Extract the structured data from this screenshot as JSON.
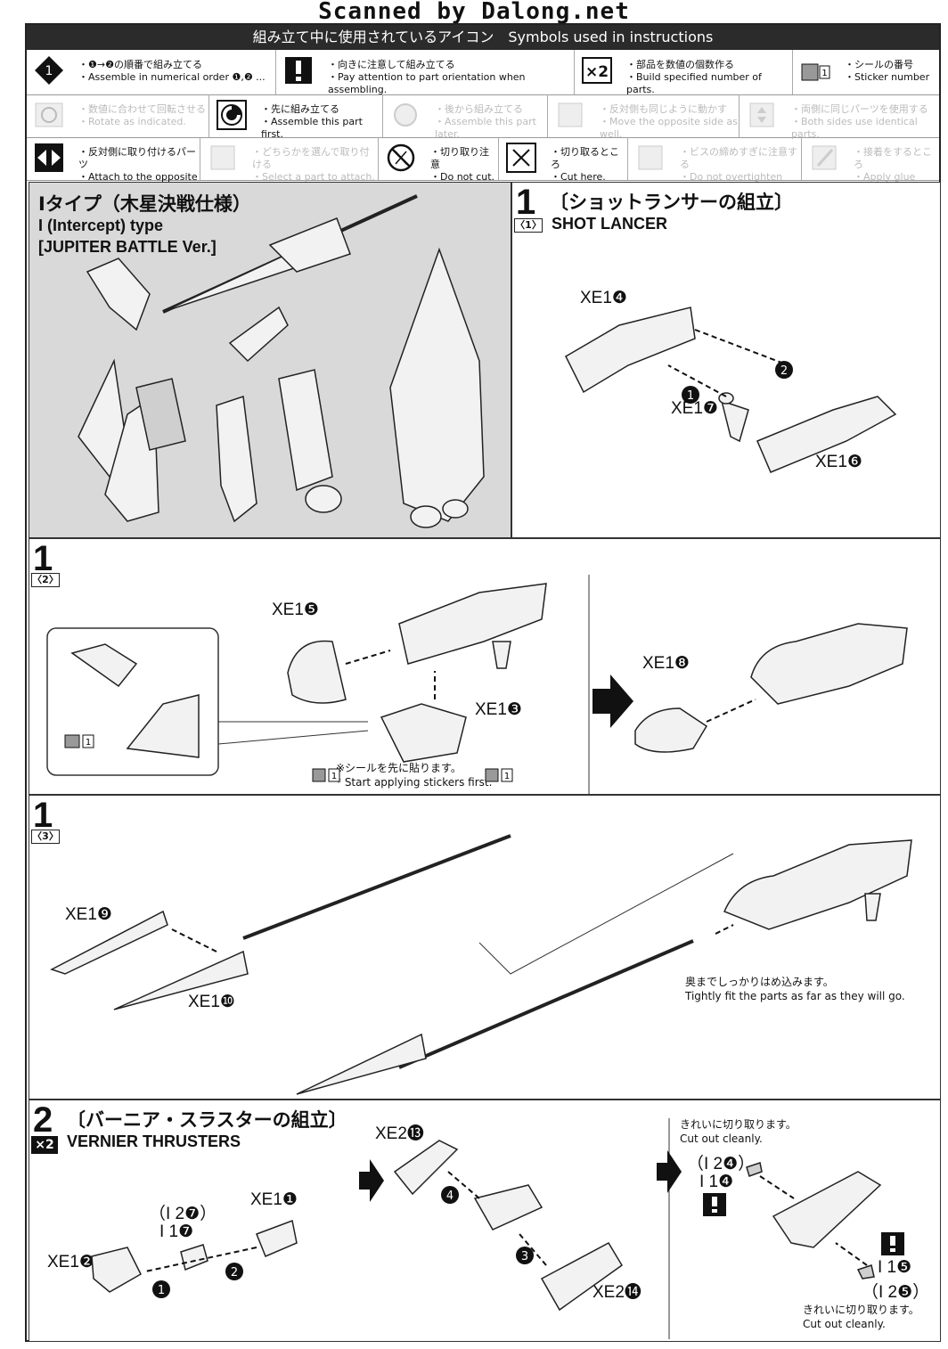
{
  "watermark": "Scanned by Dalong.net",
  "symbols": {
    "title": "組み立て中に使用されているアイコン　Symbols used in instructions",
    "row1": [
      {
        "jp": "・❶→❷の順番で組み立てる",
        "en": "・Assemble in numerical order ❶,❷ ...",
        "icon": "numbered-order-icon",
        "dim": false
      },
      {
        "jp": "・向きに注意して組み立てる",
        "en": "・Pay attention to part orientation when assembling.",
        "icon": "exclamation-icon",
        "dim": false
      },
      {
        "jp": "・部品を数値の個数作る",
        "en": "・Build specified number of parts.",
        "icon": "x2-icon",
        "dim": false
      },
      {
        "jp": "・シールの番号",
        "en": "・Sticker number",
        "icon": "sticker-icon",
        "dim": false
      }
    ],
    "row2": [
      {
        "jp": "・数値に合わせて回転させる",
        "en": "・Rotate as indicated.",
        "icon": "rotate-icon",
        "dim": true
      },
      {
        "jp": "・先に組み立てる",
        "en": "・Assemble this part first.",
        "icon": "assemble-first-icon",
        "dim": false
      },
      {
        "jp": "・後から組み立てる",
        "en": "・Assemble this part later.",
        "icon": "assemble-later-icon",
        "dim": true
      },
      {
        "jp": "・反対側も同じように動かす",
        "en": "・Move the opposite side as well.",
        "icon": "move-opposite-icon",
        "dim": true
      },
      {
        "jp": "・両側に同じパーツを使用する",
        "en": "・Both sides use identical parts.",
        "icon": "both-sides-icon",
        "dim": true
      }
    ],
    "row3": [
      {
        "jp": "・反対側に取り付けるパーツ",
        "en": "・Attach to the opposite side.",
        "icon": "opposite-side-icon",
        "dim": false
      },
      {
        "jp": "・どちらかを選んで取り付ける",
        "en": "・Select a part to attach.",
        "icon": "select-part-icon",
        "dim": true
      },
      {
        "jp": "・切り取り注意",
        "en": "・Do not cut.",
        "icon": "do-not-cut-icon",
        "dim": false
      },
      {
        "jp": "・切り取るところ",
        "en": "・Cut here.",
        "icon": "cut-here-icon",
        "dim": false
      },
      {
        "jp": "・ビスの締めすぎに注意する",
        "en": "・Do not overtighten screws.",
        "icon": "screw-icon",
        "dim": true
      },
      {
        "jp": "・接着をするところ",
        "en": "・Apply glue here.",
        "icon": "glue-icon",
        "dim": true
      }
    ]
  },
  "intro": {
    "jp": "Iタイプ（木星決戦仕様）",
    "en1": "I (Intercept) type",
    "en2": "[JUPITER BATTLE Ver.]"
  },
  "step1": {
    "number": "1",
    "jp": "〔ショットランサーの組立〕",
    "en": "SHOT LANCER",
    "sub1": {
      "tag": "〈1〉",
      "labels": [
        "XE1❹",
        "XE1❼",
        "XE1❻"
      ],
      "order": [
        "1",
        "2"
      ]
    },
    "sub2": {
      "tag": "〈2〉",
      "labels": [
        "XE1❺",
        "XE1❸",
        "XE1❽"
      ],
      "sticker": "1",
      "note_jp": "※シールを先に貼ります。",
      "note_en": "* Start applying stickers first."
    },
    "sub3": {
      "tag": "〈3〉",
      "labels": [
        "XE1❾",
        "XE1❿"
      ],
      "note_jp": "奥までしっかりはめ込みます。",
      "note_en": "Tightly fit the parts as far as they will go."
    }
  },
  "step2": {
    "number": "2",
    "jp": "〔バーニア・スラスターの組立〕",
    "en": "VERNIER THRUSTERS",
    "multiplier": "×2",
    "labels": [
      "XE1❷",
      "（I 2❼）",
      "I 1❼",
      "XE1❶",
      "XE2⓭",
      "XE2⓮"
    ],
    "order": [
      "1",
      "2",
      "3",
      "4"
    ],
    "cut_top_jp": "きれいに切り取ります。",
    "cut_top_en": "Cut out cleanly.",
    "cut_parts_top": [
      "（I 2❹）",
      "I 1❹"
    ],
    "cut_parts_bottom": [
      "I 1❺",
      "（I 2❺）"
    ],
    "cut_bottom_jp": "きれいに切り取ります。",
    "cut_bottom_en": "Cut out cleanly."
  }
}
